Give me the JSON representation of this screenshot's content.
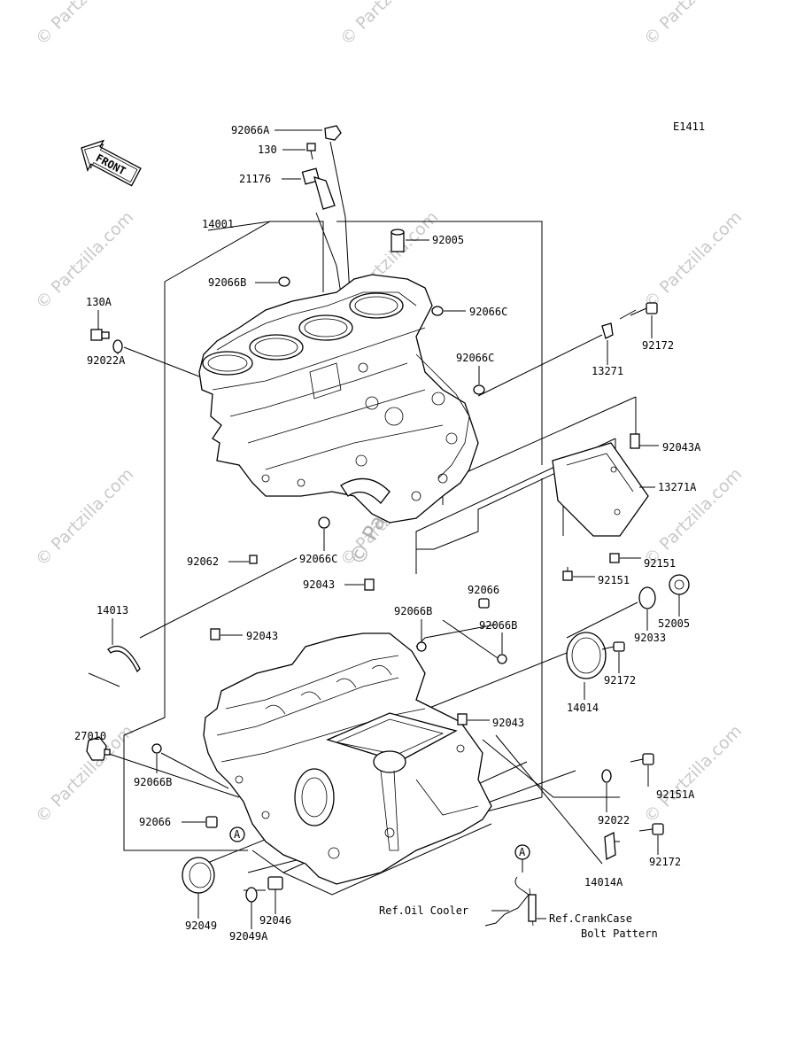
{
  "diagram_code": "E1411",
  "front_arrow_label": "FRONT",
  "watermark_text": "© Partzilla.com",
  "center_watermark_text": "© Partzilla.com",
  "ref_circle_label": "A",
  "labels": {
    "p92066A": "92066A",
    "p130": "130",
    "p21176": "21176",
    "p14001": "14001",
    "p92005": "92005",
    "p92066B_top": "92066B",
    "p92066C_top": "92066C",
    "p130A": "130A",
    "p92172_top": "92172",
    "p92022A": "92022A",
    "p92066C_mid": "92066C",
    "p13271": "13271",
    "p92043A": "92043A",
    "p13271A": "13271A",
    "p92062": "92062",
    "p92066C_low": "92066C",
    "p92151_a": "92151",
    "p92151_b": "92151",
    "p92043_a": "92043",
    "p92066_a": "92066",
    "p52005": "52005",
    "p14013": "14013",
    "p92066B_a": "92066B",
    "p92066B_b": "92066B",
    "p92033": "92033",
    "p92043_b": "92043",
    "p92172_mid": "92172",
    "p14014": "14014",
    "p27010": "27010",
    "p92043_c": "92043",
    "p92151A": "92151A",
    "p92066B_c": "92066B",
    "p92022": "92022",
    "p92066_b": "92066",
    "p92172_low": "92172",
    "p14014A": "14014A",
    "p92049": "92049",
    "p92046": "92046",
    "p92049A": "92049A",
    "ref_oil_cooler": "Ref.Oil Cooler",
    "ref_crankcase_1": "Ref.CrankCase",
    "ref_crankcase_2": "Bolt Pattern"
  }
}
